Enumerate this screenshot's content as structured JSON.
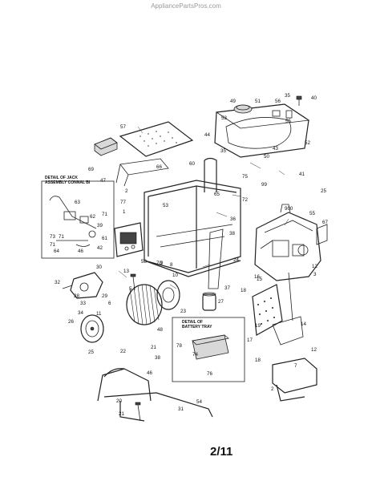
{
  "watermark": "AppliancePartsPros.com",
  "page_number": "2/11",
  "detail_jack_title": "DETAIL OF JACK\nASSEMBLY CONNAL BI",
  "detail_battery_title": "DETAIL OF\nBATTERY TRAY",
  "callouts": [
    "40",
    "35",
    "49",
    "51",
    "56",
    "53",
    "55",
    "44",
    "52",
    "57",
    "35",
    "50",
    "43",
    "69",
    "60",
    "66",
    "47",
    "75",
    "41",
    "99",
    "25",
    "2",
    "65",
    "72",
    "77",
    "1",
    "53",
    "71",
    "63",
    "62",
    "39",
    "61",
    "42",
    "73",
    "71",
    "71",
    "64",
    "46",
    "36",
    "900",
    "55",
    "67",
    "38",
    "58",
    "70",
    "24",
    "12",
    "3",
    "13",
    "9",
    "8",
    "10",
    "30",
    "32",
    "33",
    "28",
    "29",
    "37",
    "18",
    "15",
    "27",
    "5",
    "34",
    "11",
    "6",
    "26",
    "23",
    "48",
    "25",
    "22",
    "21",
    "19",
    "17",
    "14",
    "12",
    "78",
    "74",
    "76",
    "38",
    "46",
    "20",
    "54",
    "31",
    "21",
    "7",
    "2",
    "16",
    "18"
  ]
}
